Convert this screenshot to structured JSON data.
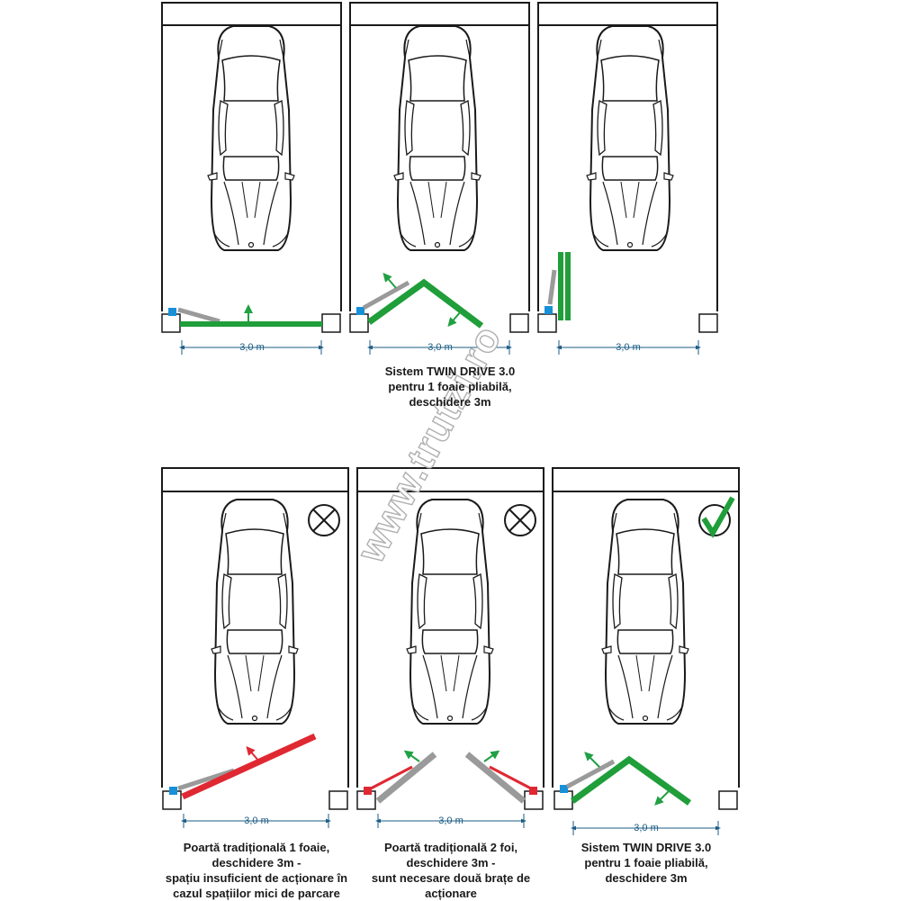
{
  "colors": {
    "leaf_ok": "#1f9e3a",
    "leaf_bad": "#e02832",
    "arm": "#9a9a9a",
    "motor": "#1890d8",
    "motor_bad": "#e02832",
    "dimension": "#1b5c84",
    "arrow": "#21a044",
    "wall": "#1a1a1a"
  },
  "panels": [
    {
      "id": "top-1",
      "dimension_label": "3,0  m"
    },
    {
      "id": "top-2",
      "dimension_label": "3,0  m"
    },
    {
      "id": "top-3",
      "dimension_label": "3,0  m"
    },
    {
      "id": "bottom-1",
      "dimension_label": "3,0 m",
      "status_icon": "cross-circle-icon"
    },
    {
      "id": "bottom-2",
      "dimension_label": "3,0 m",
      "status_icon": "cross-circle-icon"
    },
    {
      "id": "bottom-3",
      "dimension_label": "3,0  m",
      "status_icon": "check-mark-icon"
    }
  ],
  "captions": {
    "top": [
      "Sistem TWIN DRIVE 3.0",
      "pentru 1 foaie pliabilă,",
      "deschidere 3m"
    ],
    "bottom_1": [
      "Poartă tradițională 1 foaie,",
      "deschidere 3m -",
      "spațiu insuficient de acționare în",
      "cazul spațiilor mici de parcare"
    ],
    "bottom_2": [
      "Poartă tradițională 2 foi,",
      "deschidere 3m -",
      "sunt necesare două brațe de",
      "acționare"
    ],
    "bottom_3": [
      "Sistem TWIN DRIVE 3.0",
      "pentru 1 foaie pliabilă,",
      "deschidere 3m"
    ]
  },
  "watermark": "www.trutzi.ro"
}
